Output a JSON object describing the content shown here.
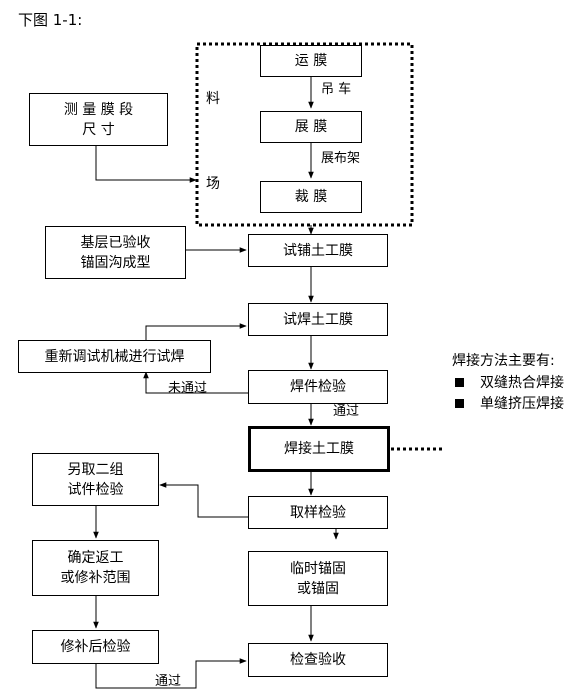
{
  "caption": "下图 1-1:",
  "site_labels": {
    "top": "料",
    "bottom": "场"
  },
  "nodes": {
    "transport": "运  膜",
    "unfold": "展  膜",
    "cut": "裁  膜",
    "measure_l1": "测 量 膜 段",
    "measure_l2": "尺  寸",
    "base_l1": "基层已验收",
    "base_l2": "锚固沟成型",
    "trial_lay": "试铺土工膜",
    "trial_weld": "试焊土工膜",
    "readjust": "重新调试机械进行试焊",
    "weld_check": "焊件检验",
    "weld_membrane": "焊接土工膜",
    "sample_check": "取样检验",
    "retake_l1": "另取二组",
    "retake_l2": "试件检验",
    "rework_l1": "确定返工",
    "rework_l2": "或修补范围",
    "repair_check": "修补后检验",
    "anchor_l1": "临时锚固",
    "anchor_l2": "或锚固",
    "inspect": "检查验收"
  },
  "edge_labels": {
    "crane": "吊 车",
    "spreader": "展布架",
    "fail": "未通过",
    "pass1": "通过",
    "pass2": "通过"
  },
  "legend": {
    "title": "焊接方法主要有:",
    "items": [
      "双缝热合焊接",
      "单缝挤压焊接"
    ]
  }
}
